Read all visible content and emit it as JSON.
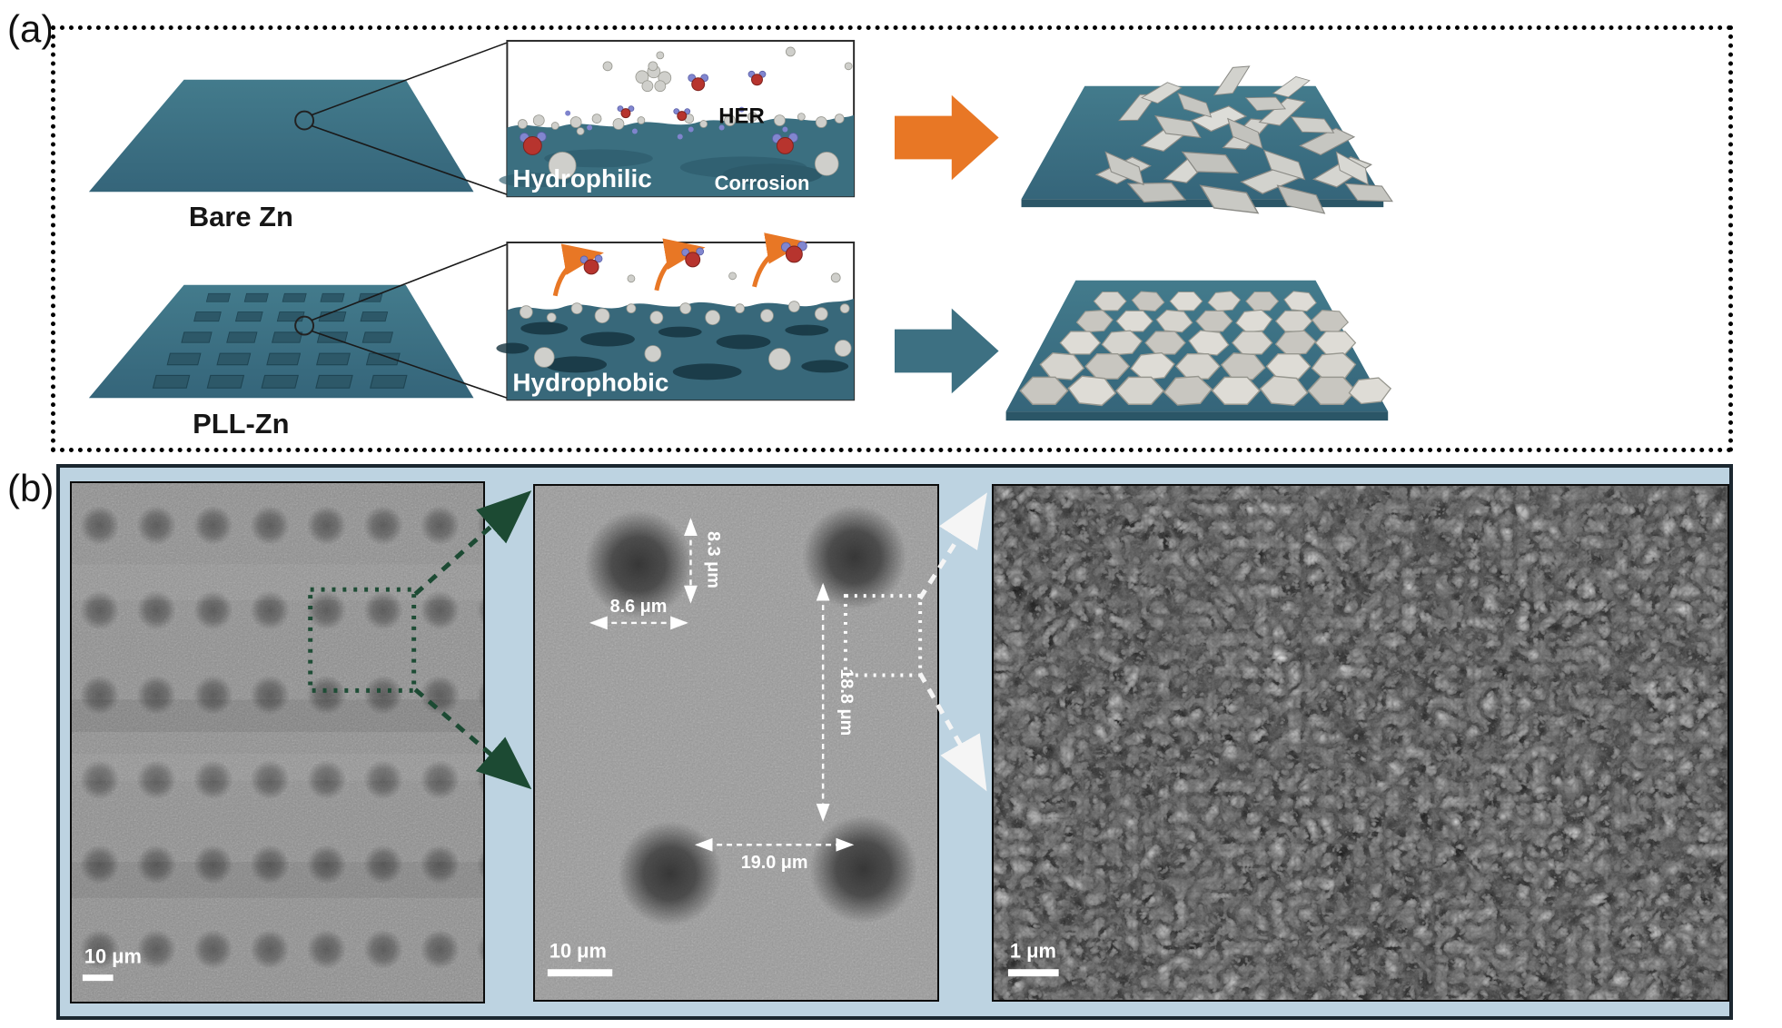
{
  "figure": {
    "panel_a_label": "(a)",
    "panel_b_label": "(b)"
  },
  "panel_a": {
    "bare_zn_label": "Bare Zn",
    "pll_zn_label": "PLL-Zn",
    "inset_hydrophilic": {
      "her_label": "HER",
      "title": "Hydrophilic",
      "corrosion_label": "Corrosion"
    },
    "inset_hydrophobic": {
      "title": "Hydrophobic"
    }
  },
  "panel_b": {
    "sem_left": {
      "scale_label": "10 μm"
    },
    "sem_middle": {
      "scale_label": "10 μm",
      "dim_height": "8.3 μm",
      "dim_width": "8.6 μm",
      "dim_pitch_vertical": "18.8 μm",
      "dim_pitch_horizontal": "19.0 μm"
    },
    "sem_right": {
      "scale_label": "1 μm"
    }
  },
  "colors": {
    "plate_teal": "#3c7183",
    "arrow_orange": "#e87725",
    "arrow_teal": "#3d7082",
    "panel_b_bg": "#bdd3e1",
    "zoom_box_green": "#1f4d36"
  }
}
